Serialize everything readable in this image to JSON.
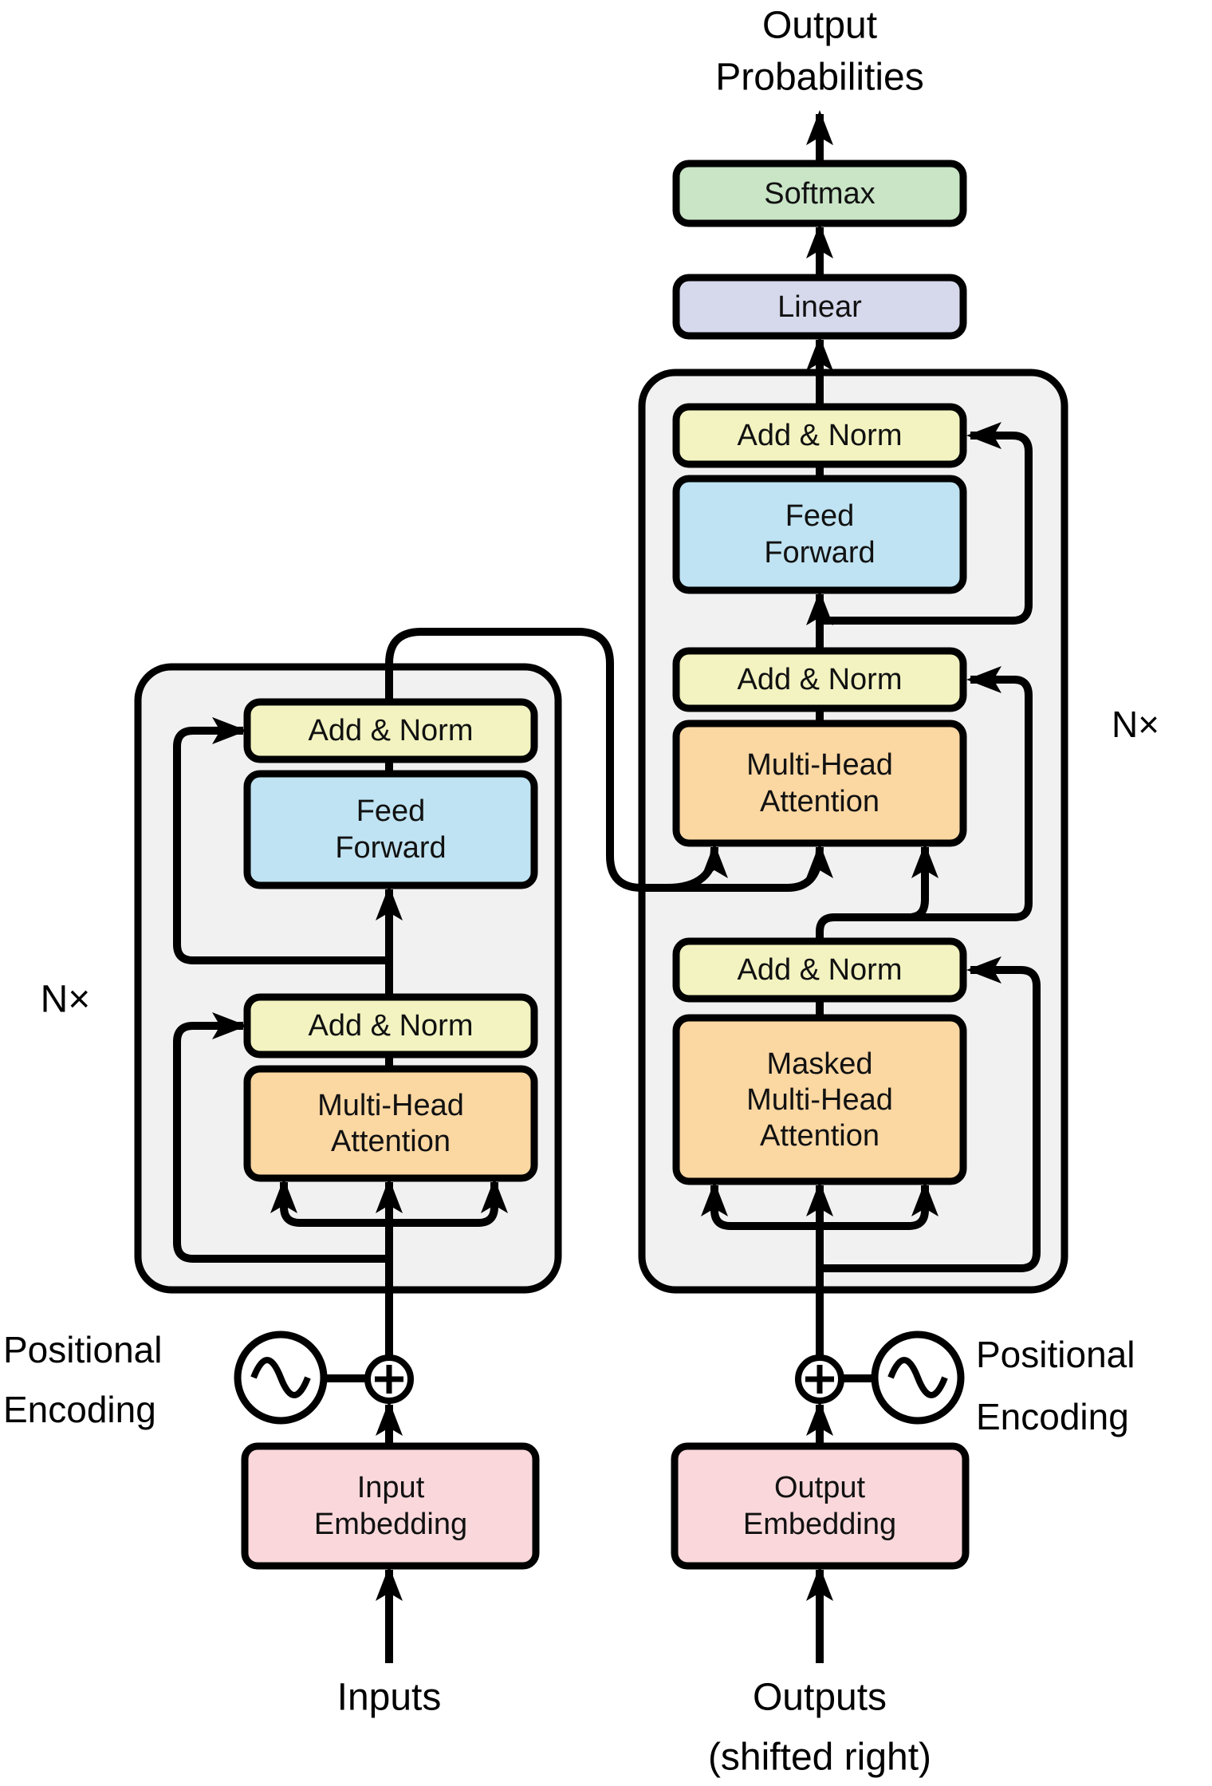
{
  "title": {
    "line1": "Output",
    "line2": "Probabilities"
  },
  "blocks": {
    "softmax": "Softmax",
    "linear": "Linear",
    "add_norm": "Add & Norm",
    "feed_forward": [
      "Feed",
      "Forward"
    ],
    "multi_head_attention": [
      "Multi-Head",
      "Attention"
    ],
    "masked_multi_head_attention": [
      "Masked",
      "Multi-Head",
      "Attention"
    ],
    "input_embedding": [
      "Input",
      "Embedding"
    ],
    "output_embedding": [
      "Output",
      "Embedding"
    ]
  },
  "labels": {
    "n_times": "N×",
    "positional": "Positional",
    "encoding": "Encoding",
    "inputs": "Inputs",
    "outputs": "Outputs",
    "outputs_note": "(shifted right)"
  },
  "colors": {
    "add_norm_yellow": "#f2f3c0",
    "feed_forward_blue": "#bfe3f2",
    "attention_orange": "#fbd7a2",
    "softmax_green": "#c9e5c6",
    "linear_lavender": "#d6d9ec",
    "embedding_pink": "#f9d7da",
    "stack_gray": "#f1f1f1",
    "line_black": "#000000"
  }
}
